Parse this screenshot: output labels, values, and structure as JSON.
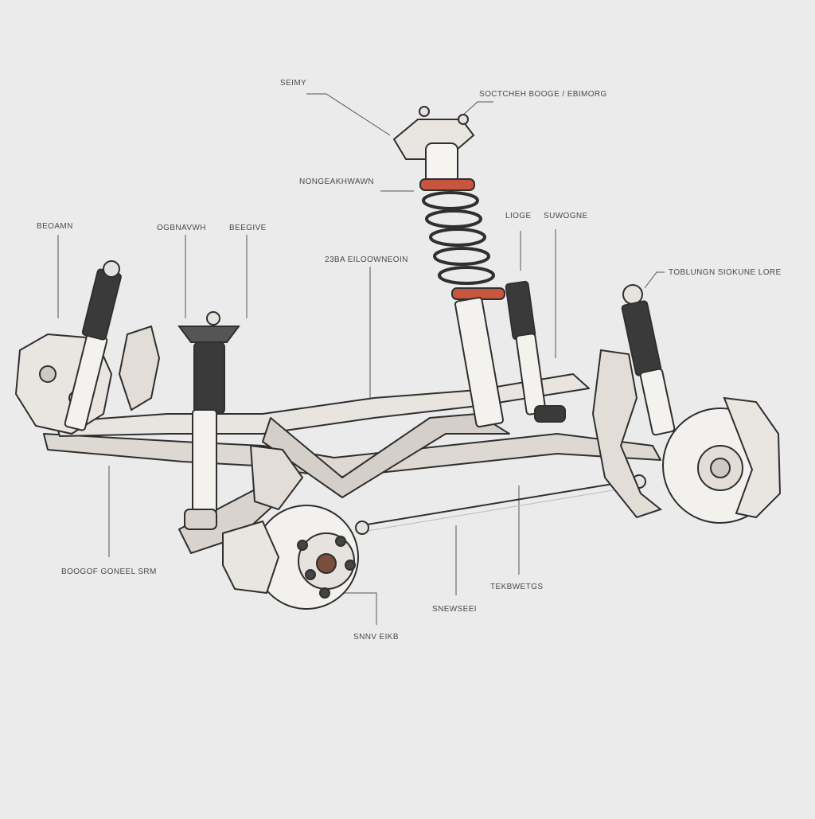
{
  "diagram": {
    "labels": {
      "top_left": "SEIMY",
      "top_right": "SOCTCHEH BOOGE / EBIMORG",
      "coilover": "NONGEAKHWAWN",
      "left_hub": "BEOAMN",
      "left_arm": "OGBNAVWH",
      "left_strut": "BEEGIVE",
      "center_link": "23BA EILOOWNEOIN",
      "damper_a": "LIOGE",
      "damper_b": "SUWOGNE",
      "right_top": "TOBLUNGN SIOKUNE LORE",
      "bottom_left": "BOOGOF GONEEL SRM",
      "tie_rod": "TEKBWETGS",
      "center_bottom": "SNEWSEEI",
      "hub_bottom": "SNNV EIKB"
    },
    "colors": {
      "background": "#ebebeb",
      "ink": "#2f2f2f",
      "metal": "#e6e2dd",
      "metal_shadow": "#b9b2ac",
      "accent": "#c8553d"
    }
  }
}
